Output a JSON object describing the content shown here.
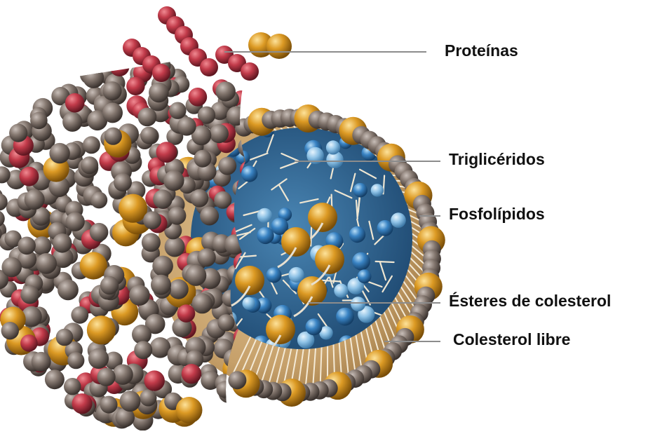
{
  "labels": {
    "proteins": "Proteínas",
    "triglycerides": "Triglicéridos",
    "phospholipids": "Fosfolípidos",
    "cholesterol_esters": "Ésteres de colesterol",
    "free_cholesterol": "Colesterol libre"
  },
  "colors": {
    "protein": "#c23b4a",
    "phospholipid_head": "#857870",
    "triglyceride": "#3a84c4",
    "cholesterol": "#dc9a24",
    "core_fill": "#c6a06a",
    "leader_line": "#8c8c8c"
  }
}
